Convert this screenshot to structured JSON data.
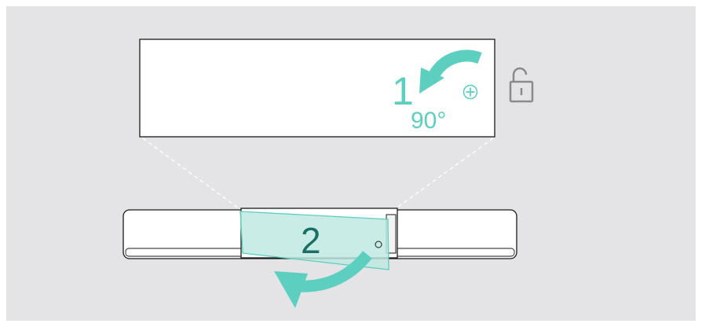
{
  "illustration": {
    "background_color": "#e4e4e6",
    "accent_color": "#5ccfc0",
    "outline_color": "#1a1a1a",
    "steps": [
      {
        "number": "1",
        "rotation": "90°"
      },
      {
        "number": "2"
      }
    ],
    "icons": [
      "screw-head-icon",
      "unlocked-padlock-icon",
      "rotate-arrow-icon",
      "swing-arrow-icon"
    ]
  }
}
